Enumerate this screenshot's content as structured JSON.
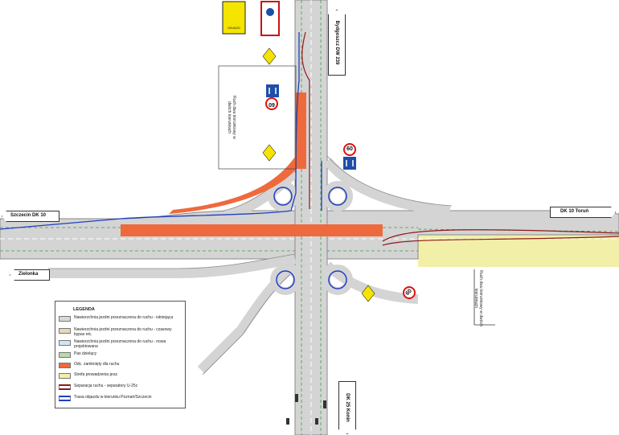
{
  "signs": {
    "top_yellow_label": "OBJAZD",
    "speed_60_a": "60",
    "speed_60_b": "60",
    "speed_60_c": "60"
  },
  "direction_signs": {
    "bydgoszcz": "Bydgoszcz DW 239",
    "szczecin": "Szczecin DK 10",
    "torun": "DK 10 Toruń",
    "zielonka": "Zielonka",
    "konin": "DK 25 Konin"
  },
  "annotations": {
    "traffic_note_left": "Ruch dwu kierunkowy w dwóch kierunkach",
    "traffic_note_right": "Ruch dwu kierunkowy w dwóch kierunkach"
  },
  "legend": {
    "title": "LEGENDA",
    "items": [
      {
        "label": "Nawierzchnia jezdni przeznaczona do ruchu - istniejąca",
        "color": "#d9d9d9",
        "kind": "fill"
      },
      {
        "label": "Nawierzchnia jezdni przeznaczona do ruchu - czasowy bypas etc.",
        "color": "#e8d8b8",
        "kind": "fill"
      },
      {
        "label": "Nawierzchnia jezdni przeznaczona do ruchu - nowa projektowana",
        "color": "#cfe6f2",
        "kind": "fill"
      },
      {
        "label": "Pas dzielący",
        "color": "#b7dca8",
        "kind": "fill"
      },
      {
        "label": "Odc. zamknięty dla ruchu",
        "color": "#ee6a3c",
        "kind": "fill"
      },
      {
        "label": "Strefa prowadzenia prac",
        "color": "#f2efa8",
        "kind": "fill"
      },
      {
        "label": "Separacja ruchu - separatory U-25c",
        "color": "#8b1a1a",
        "kind": "line"
      },
      {
        "label": "Trasa objazdu w kierunku Poznań/Szczecin",
        "color": "#1f3fbf",
        "kind": "line"
      }
    ]
  },
  "colors": {
    "road": "#d4d4d4",
    "road_edge": "#8a8a8a",
    "closed": "#ee6a3c",
    "work_zone": "#f2efa8",
    "separator": "#8b1a1a",
    "detour": "#1f3fbf",
    "median": "#3fa03f",
    "sign_yellow": "#f5e400",
    "sign_blue": "#1e4fa8"
  }
}
